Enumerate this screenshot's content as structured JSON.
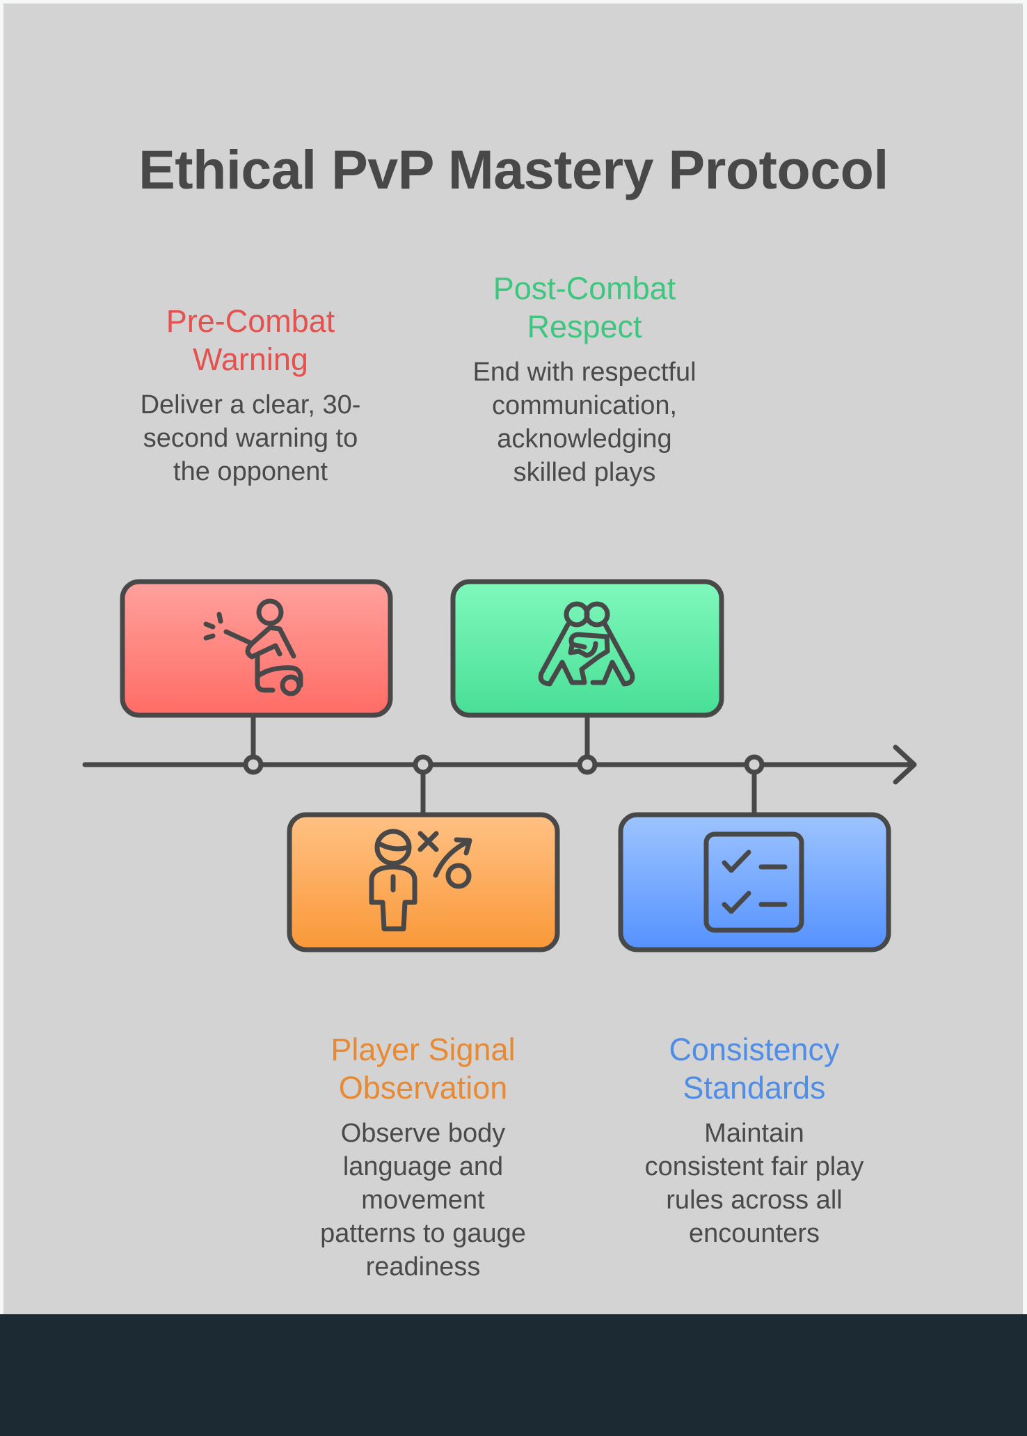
{
  "title": "Ethical PvP Mastery Protocol",
  "colors": {
    "line": "#484848",
    "text": "#4a4a4a",
    "panel": "#d3d3d3",
    "footer": "#1c2a33"
  },
  "steps": [
    {
      "title_lines": [
        "Pre-Combat",
        "Warning"
      ],
      "description_lines": [
        "Deliver a clear, 30-",
        "second warning to",
        "the opponent"
      ],
      "color": "#e5514f",
      "fill_top": "#ffa19d",
      "fill_bottom": "#ff6c65",
      "icon": "warning-gesture-icon",
      "position": "above"
    },
    {
      "title_lines": [
        "Player Signal",
        "Observation"
      ],
      "description_lines": [
        "Observe body",
        "language and",
        "movement",
        "patterns to gauge",
        "readiness"
      ],
      "color": "#e88a33",
      "fill_top": "#ffc184",
      "fill_bottom": "#fa9838",
      "icon": "strategy-player-icon",
      "position": "below"
    },
    {
      "title_lines": [
        "Post-Combat",
        "Respect"
      ],
      "description_lines": [
        "End with respectful",
        "communication,",
        "acknowledging",
        "skilled plays"
      ],
      "color": "#3dc67e",
      "fill_top": "#80f8bc",
      "fill_bottom": "#48df96",
      "icon": "embrace-icon",
      "position": "above"
    },
    {
      "title_lines": [
        "Consistency",
        "Standards"
      ],
      "description_lines": [
        "Maintain",
        "consistent fair play",
        "rules across all",
        "encounters"
      ],
      "color": "#4f8de6",
      "fill_top": "#9dc4ff",
      "fill_bottom": "#5592ff",
      "icon": "checklist-icon",
      "position": "below"
    }
  ]
}
